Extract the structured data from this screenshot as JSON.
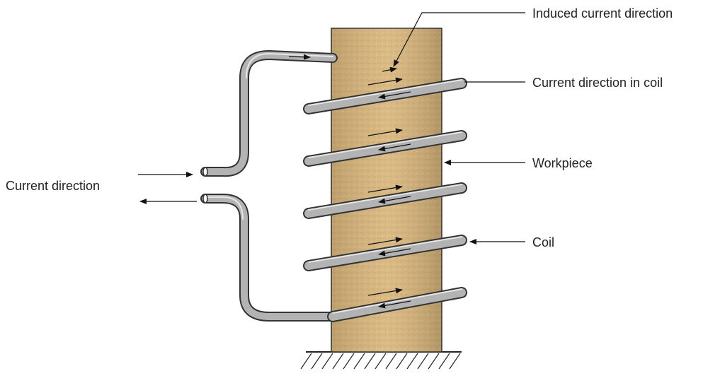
{
  "labels": {
    "induced_current_direction": "Induced current direction",
    "current_direction_in_coil": "Current direction in coil",
    "workpiece": "Workpiece",
    "coil": "Coil",
    "current_direction": "Current direction"
  },
  "colors": {
    "workpiece": "#d8b57a",
    "coil": "#b3b3b3",
    "coil_highlight": "#e6e6e6",
    "outline": "#333333",
    "text": "#222222"
  }
}
